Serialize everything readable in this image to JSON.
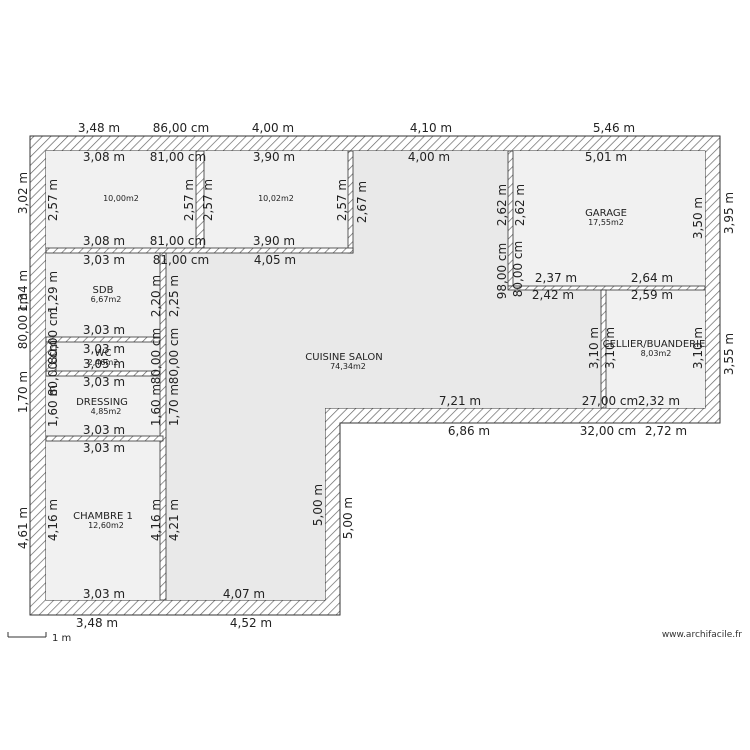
{
  "rooms": [
    {
      "id": "bedroom-1",
      "name": "",
      "area": "10,00m2"
    },
    {
      "id": "bedroom-2",
      "name": "",
      "area": "10,02m2"
    },
    {
      "id": "garage",
      "name": "GARAGE",
      "area": "17,55m2"
    },
    {
      "id": "sdb",
      "name": "SDB",
      "area": "6,67m2"
    },
    {
      "id": "wc",
      "name": "WC",
      "area": "2,46m2"
    },
    {
      "id": "dressing",
      "name": "DRESSING",
      "area": "4,85m2"
    },
    {
      "id": "kitchen",
      "name": "CUISINE SALON",
      "area": "74,34m2"
    },
    {
      "id": "cellier",
      "name": "CELLIER/BUANDERIE",
      "area": "8,03m2"
    },
    {
      "id": "chambre-1",
      "name": "CHAMBRE 1",
      "area": "12,60m2"
    }
  ],
  "dimensions": {
    "top_outer": [
      "3,48 m",
      "86,00 cm",
      "4,00 m",
      "4,10 m",
      "5,46 m"
    ],
    "top_inner": [
      "3,08 m",
      "81,00 cm",
      "3,90 m",
      "4,00 m",
      "5,01 m"
    ],
    "row_bedrooms_bottom": [
      "3,08 m",
      "81,00 cm",
      "3,90 m"
    ],
    "row_below_bedrooms": [
      "3,03 m",
      "81,00 cm",
      "4,05 m"
    ],
    "garage_bottom": [
      "2,37 m",
      "2,64 m"
    ],
    "cellier_top": [
      "2,42 m",
      "2,59 m"
    ],
    "sdb_bottom": "3,03 m",
    "wc_top": "3,03 m",
    "wc_bottom": "3,05 m",
    "dressing_top": "3,03 m",
    "dressing_bottom": "3,03 m",
    "chambre_top": "3,03 m",
    "chambre_bottom": "3,03 m",
    "kitchen_bottom": "4,07 m",
    "step_inner": [
      "7,21 m",
      "27,00 cm",
      "2,32 m"
    ],
    "step_outer": [
      "6,86 m",
      "32,00 cm",
      "2,72 m"
    ],
    "bottom_outer": [
      "3,48 m",
      "4,52 m"
    ],
    "left_outer": [
      "3,02 m",
      "1,34 m",
      "80,00 cm",
      "1,70 m",
      "4,61 m"
    ],
    "left_inner": [
      "2,57 m",
      "1,29 m",
      "80,00 cm",
      "80,00 cm",
      "1,60 m",
      "4,16 m"
    ],
    "wall_bed1_right": "2,57 m",
    "wall_bed2_left": "2,57 m",
    "wall_bed2_right": [
      "2,57 m",
      "2,67 m"
    ],
    "wall_garage_left": [
      "2,62 m",
      "2,62 m"
    ],
    "wall_garage_left_low": [
      "98,00 cm",
      "80,00 cm"
    ],
    "wall_sdb_right": [
      "2,20 m",
      "2,25 m"
    ],
    "wall_mid": [
      "80,00 cm",
      "80,00 cm"
    ],
    "wall_dress_right": [
      "1,60 m",
      "1,70 m"
    ],
    "wall_chambre_right": [
      "4,16 m",
      "4,21 m"
    ],
    "wall_cellier_left": [
      "3,10 m",
      "3,10 m"
    ],
    "wall_kitchen_step": [
      "5,00 m",
      "5,00 m"
    ],
    "right_inner": [
      "3,50 m",
      "3,10 m"
    ],
    "right_outer": [
      "3,95 m",
      "3,55 m"
    ]
  },
  "scale_label": "1 m",
  "credit": "www.archifacile.fr"
}
